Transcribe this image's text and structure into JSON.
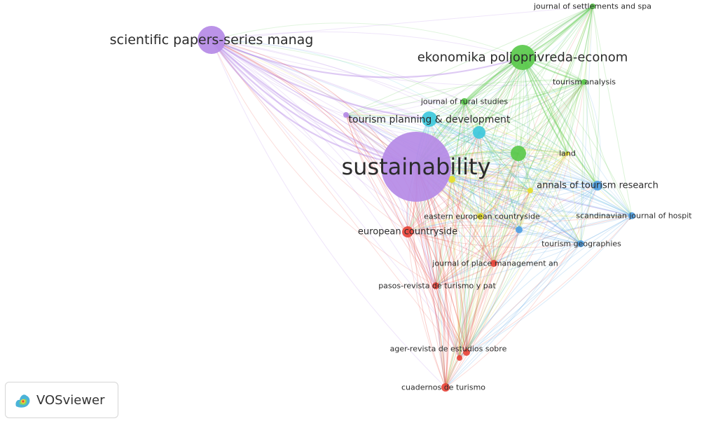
{
  "colors": {
    "red": "#e8443a",
    "green": "#5ac94c",
    "blue": "#4e9ee3",
    "yellow": "#e6e02e",
    "purple": "#b58ae6",
    "cyan": "#3fc9dc"
  },
  "nodes": [
    {
      "id": "sustainability",
      "label": "sustainability",
      "cluster": "purple",
      "weight": 10
    },
    {
      "id": "scientific",
      "label": "scientific papers-series manag",
      "cluster": "purple",
      "weight": 5
    },
    {
      "id": "ekonomika",
      "label": "ekonomika poljoprivreda-econom",
      "cluster": "green",
      "weight": 5
    },
    {
      "id": "settlements",
      "label": "journal of settlements and spa",
      "cluster": "green",
      "weight": 1
    },
    {
      "id": "tourism-analysis",
      "label": "tourism analysis",
      "cluster": "green",
      "weight": 1
    },
    {
      "id": "rural-studies",
      "label": "journal of rural studies",
      "cluster": "green",
      "weight": 1
    },
    {
      "id": "tourism-planning",
      "label": "tourism planning & development",
      "cluster": "cyan",
      "weight": 4
    },
    {
      "id": "land",
      "label": "land",
      "cluster": "yellow",
      "weight": 1
    },
    {
      "id": "annals",
      "label": "annals of tourism research",
      "cluster": "blue",
      "weight": 3
    },
    {
      "id": "eastern",
      "label": "eastern european countryside",
      "cluster": "yellow",
      "weight": 1
    },
    {
      "id": "scandinavian",
      "label": "scandinavian journal of hospit",
      "cluster": "blue",
      "weight": 1
    },
    {
      "id": "european",
      "label": "european countryside",
      "cluster": "red",
      "weight": 3
    },
    {
      "id": "tourism-geographies",
      "label": "tourism geographies",
      "cluster": "blue",
      "weight": 1
    },
    {
      "id": "place-management",
      "label": "journal of place management an",
      "cluster": "red",
      "weight": 1
    },
    {
      "id": "pasos",
      "label": "pasos-revista de turismo y pat",
      "cluster": "red",
      "weight": 1
    },
    {
      "id": "ager",
      "label": "ager-revista de estudios sobre",
      "cluster": "red",
      "weight": 1
    },
    {
      "id": "cuadernos",
      "label": "cuadernos de turismo",
      "cluster": "red",
      "weight": 1
    }
  ],
  "watermark": {
    "brand": "VOSviewer",
    "logo_icon": "vosviewer-logo-icon"
  }
}
